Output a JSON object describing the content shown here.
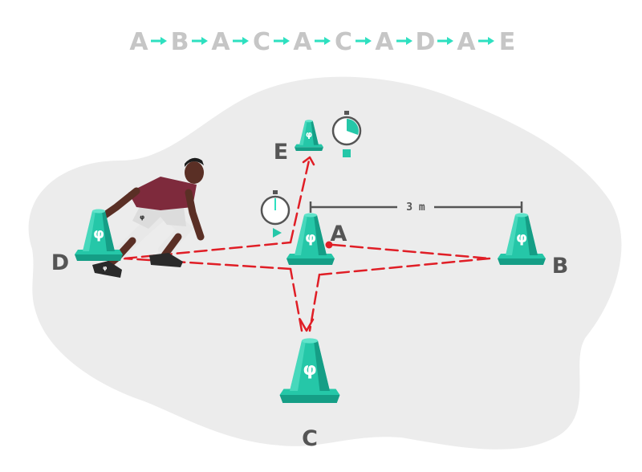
{
  "sequence": {
    "letters": [
      "A",
      "B",
      "A",
      "C",
      "A",
      "C",
      "A",
      "D",
      "A",
      "E"
    ],
    "letter_color": "#c6c6c6",
    "arrow_color": "#2ee0c0"
  },
  "cones": [
    {
      "id": "A",
      "label": "A",
      "logo": "φ"
    },
    {
      "id": "B",
      "label": "B",
      "logo": "φ"
    },
    {
      "id": "C",
      "label": "C",
      "logo": "φ"
    },
    {
      "id": "D",
      "label": "D",
      "logo": "φ"
    },
    {
      "id": "E",
      "label": "E",
      "logo": "φ"
    }
  ],
  "distance": {
    "label": "3 m"
  },
  "timers": [
    {
      "name": "start",
      "icon": "stopwatch-start-icon",
      "marker": "play-icon"
    },
    {
      "name": "stop",
      "icon": "stopwatch-stop-icon",
      "marker": "stop-icon"
    }
  ],
  "colors": {
    "cone": "#25c7a8",
    "cone_dark": "#159e86",
    "cone_light": "#5fe3ca",
    "path": "#e01e26",
    "label": "#555555",
    "field": "#ececec",
    "measure": "#555555"
  },
  "athlete": {
    "icon": "athlete-figure"
  }
}
